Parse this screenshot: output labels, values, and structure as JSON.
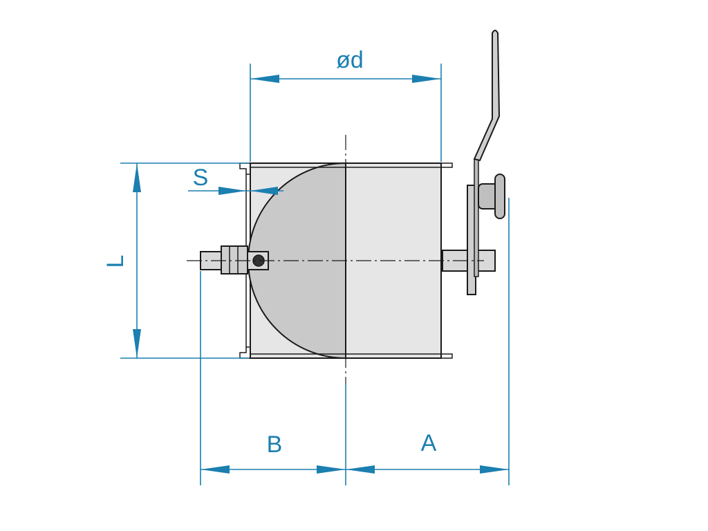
{
  "labels": {
    "diameter": "ød",
    "s": "S",
    "l": "L",
    "b": "B",
    "a": "A"
  },
  "colors": {
    "dimension": "#1b7fb0",
    "outline": "#1a1a1a",
    "body_fill": "#e6e6e6",
    "disc_fill": "#c9c9c9"
  }
}
